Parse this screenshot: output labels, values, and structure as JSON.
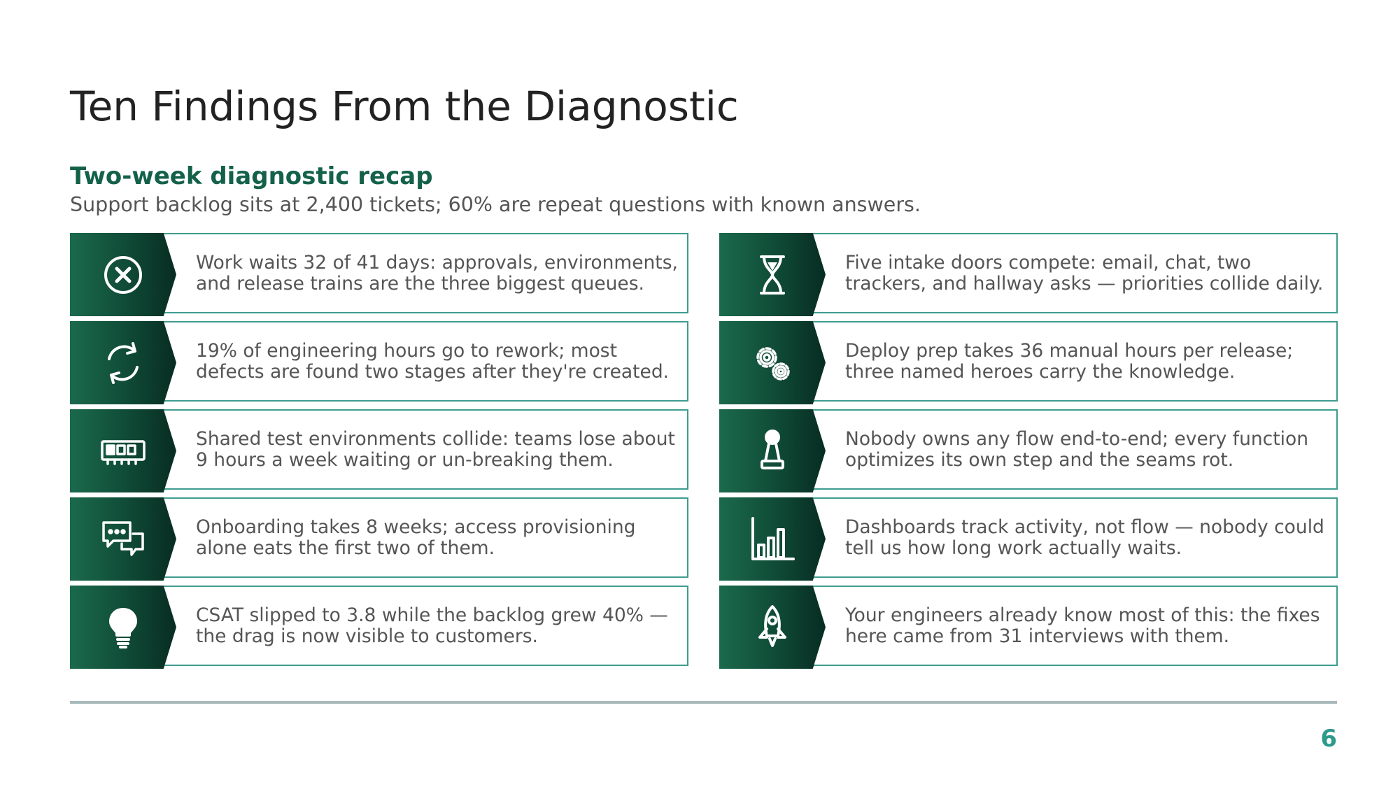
{
  "slide": {
    "title": "Ten Findings From the Diagnostic",
    "subtitle": "Two-week diagnostic recap",
    "lead": "Support backlog sits at 2,400 tickets; 60% are repeat questions with known answers.",
    "page_number": "6"
  },
  "findings": [
    {
      "icon": "close-circle-icon",
      "text": "Work waits 32 of 41 days: approvals, environments, and release trains are the three biggest queues."
    },
    {
      "icon": "hourglass-icon",
      "text": "Five intake doors compete: email, chat, two trackers, and hallway asks — priorities collide daily."
    },
    {
      "icon": "refresh-icon",
      "text": "19% of engineering hours go to rework; most defects are found two stages after they're created."
    },
    {
      "icon": "gears-icon",
      "text": "Deploy prep takes 36 manual hours per release; three named heroes carry the knowledge."
    },
    {
      "icon": "memory-chip-icon",
      "text": "Shared test environments collide: teams lose about 9 hours a week waiting or un-breaking them."
    },
    {
      "icon": "chess-pawn-icon",
      "text": "Nobody owns any flow end-to-end; every function optimizes its own step and the seams rot."
    },
    {
      "icon": "chat-bubbles-icon",
      "text": "Onboarding takes 8 weeks; access provisioning alone eats the first two of them."
    },
    {
      "icon": "bar-chart-icon",
      "text": "Dashboards track activity, not flow — nobody could tell us how long work actually waits."
    },
    {
      "icon": "lightbulb-icon",
      "text": "CSAT slipped to 3.8 while the backlog grew 40% — the drag is now visible to customers."
    },
    {
      "icon": "rocket-icon",
      "text": "Your engineers already know most of this: the fixes here came from 31 interviews with them."
    }
  ]
}
